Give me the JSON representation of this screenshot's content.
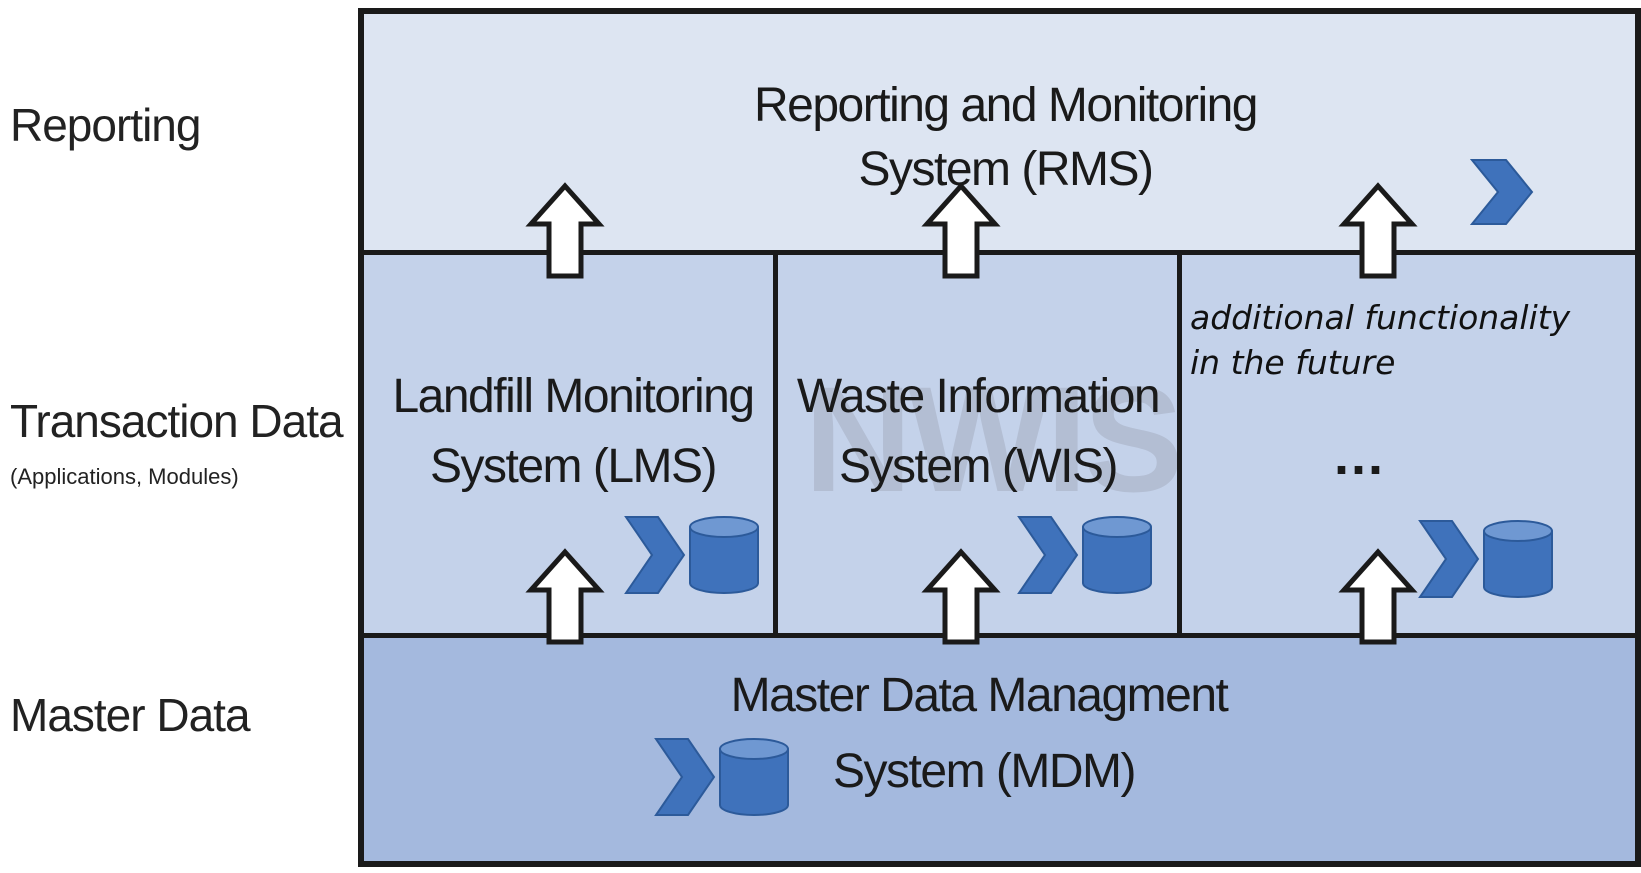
{
  "row_labels": {
    "reporting": "Reporting",
    "transaction": "Transaction Data",
    "transaction_sub": "(Applications, Modules)",
    "master": "Master Data"
  },
  "reporting_system": {
    "line1": "Reporting and Monitoring",
    "line2": "System (RMS)"
  },
  "landfill_system": {
    "line1": "Landfill Monitoring",
    "line2": "System (LMS)"
  },
  "waste_system": {
    "line1": "Waste Information",
    "line2": "System (WIS)"
  },
  "watermark": "NWIS",
  "future": {
    "note_line1": "additional functionality",
    "note_line2": "in the future",
    "ellipsis": "..."
  },
  "master_system": {
    "line1": "Master Data Managment",
    "line2": "System (MDM)"
  },
  "colors": {
    "reporting_fill": "#dde5f2",
    "transaction_fill": "#c4d2ea",
    "master_fill": "#a4b9de",
    "icon_blue": "#3f72bb",
    "border": "#1a1a1a"
  },
  "icons": [
    "chevron-icon",
    "data-chevron-icon",
    "database-icon",
    "up-arrow-icon"
  ]
}
